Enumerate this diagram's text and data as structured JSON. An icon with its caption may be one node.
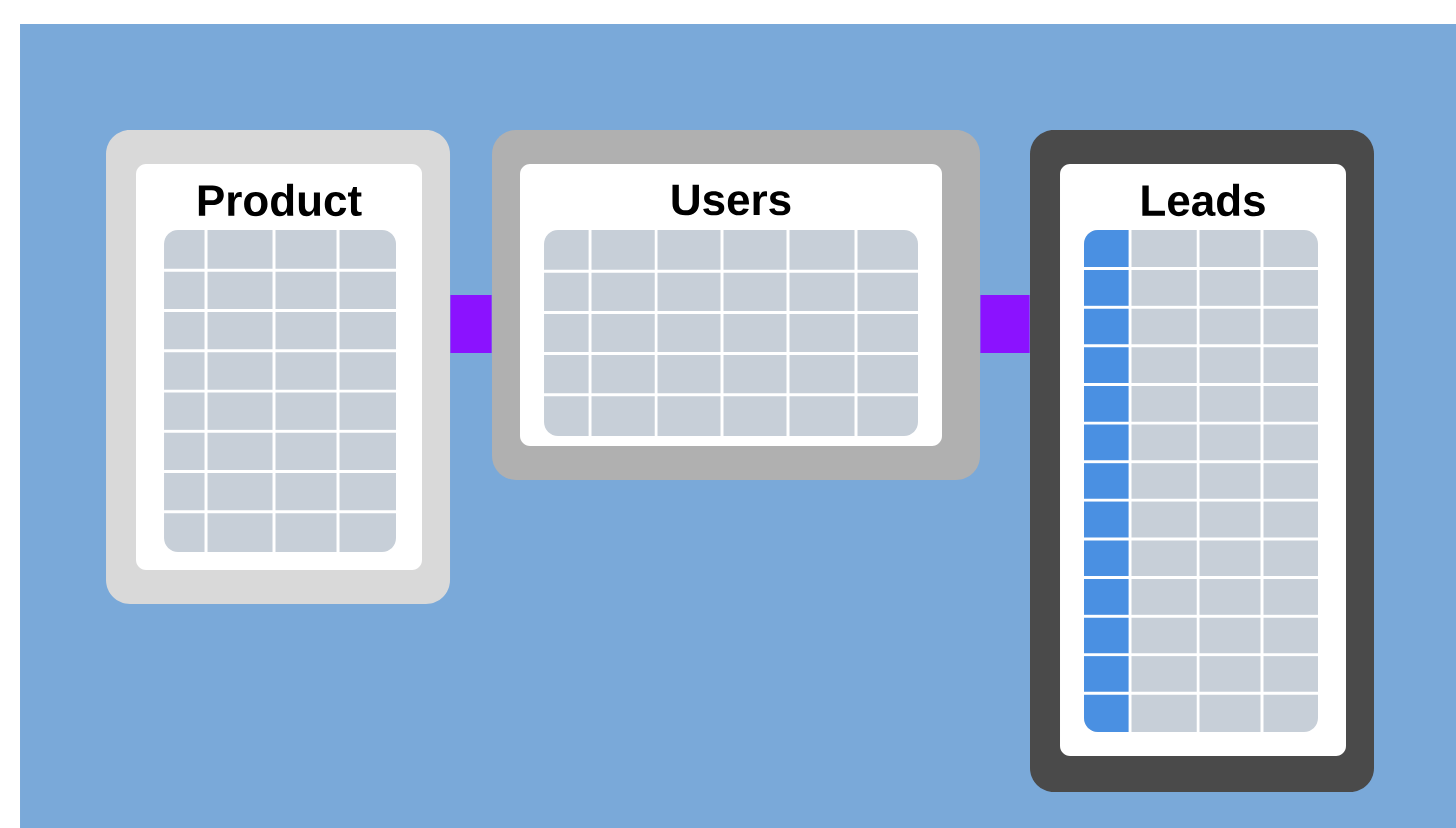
{
  "diagram": {
    "nodes": [
      {
        "text": [
          "Product"
        ]
      },
      {
        "text": [
          "Users"
        ]
      },
      {
        "text": [
          "Leads"
        ]
      }
    ],
    "edges": [
      {
        "from": 0,
        "to": 1,
        "arrow": "none",
        "color": "#8b12ff"
      },
      {
        "from": 1,
        "to": 2,
        "arrow": "none",
        "color": "#8b12ff"
      }
    ]
  }
}
